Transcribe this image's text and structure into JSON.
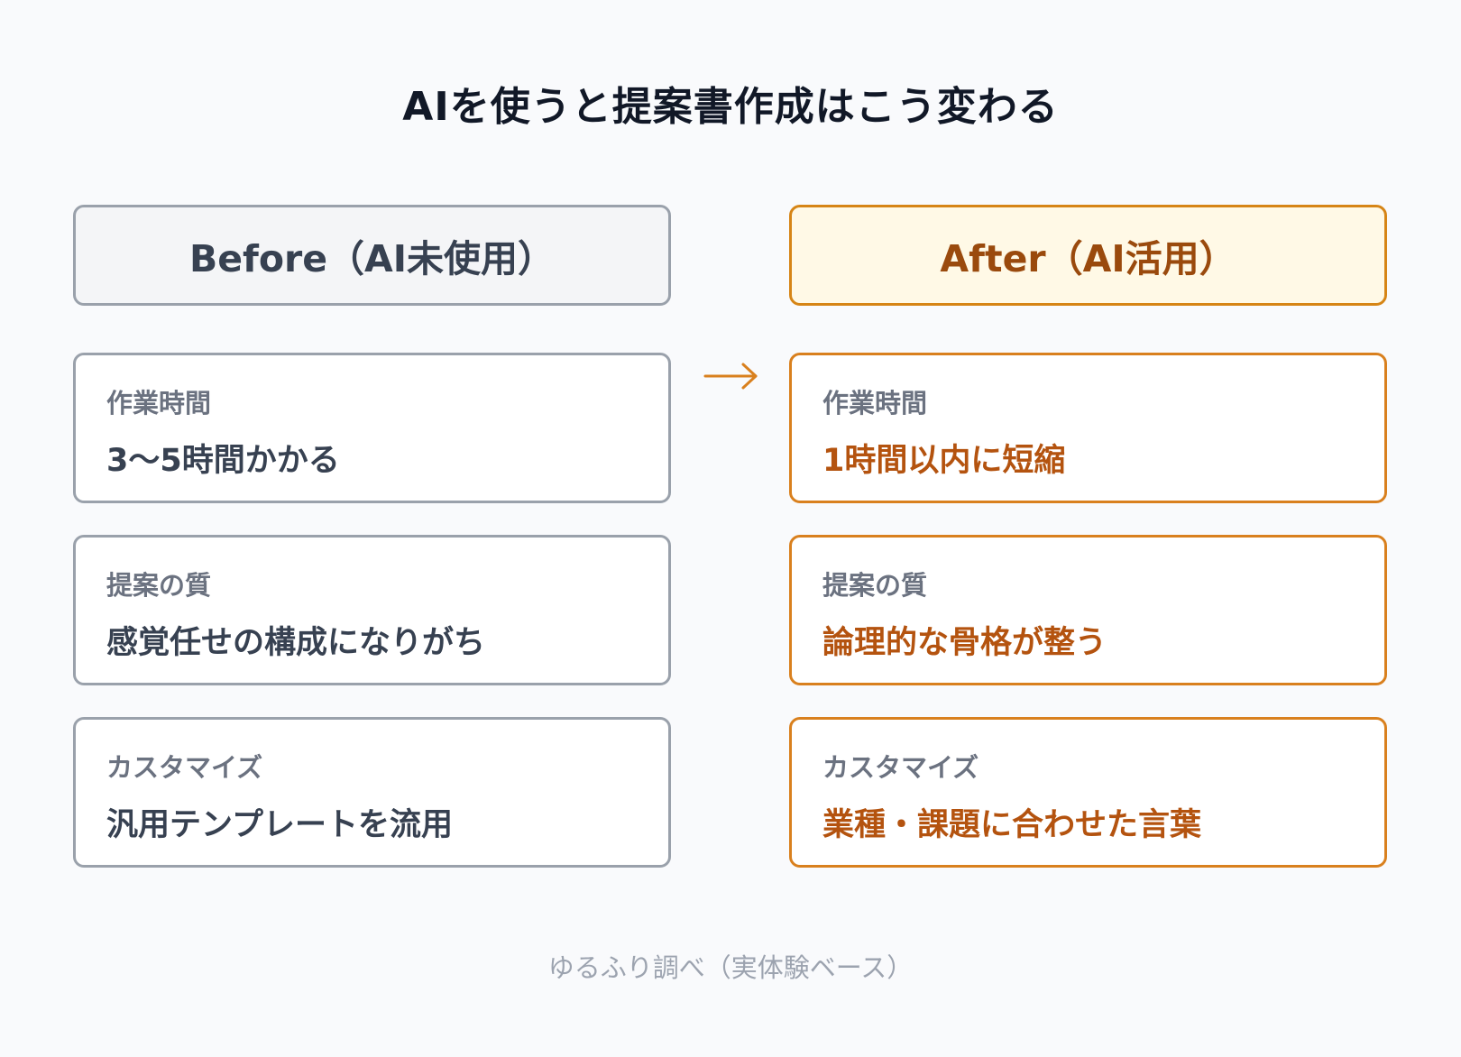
{
  "title": "AIを使うと提案書作成はこう変わる",
  "before": {
    "header": "Before（AI未使用）",
    "cards": [
      {
        "label": "作業時間",
        "value": "3〜5時間かかる"
      },
      {
        "label": "提案の質",
        "value": "感覚任せの構成になりがち"
      },
      {
        "label": "カスタマイズ",
        "value": "汎用テンプレートを流用"
      }
    ]
  },
  "after": {
    "header": "After（AI活用）",
    "cards": [
      {
        "label": "作業時間",
        "value": "1時間以内に短縮"
      },
      {
        "label": "提案の質",
        "value": "論理的な骨格が整う"
      },
      {
        "label": "カスタマイズ",
        "value": "業種・課題に合わせた言葉"
      }
    ]
  },
  "footer": "ゆるふり調べ（実体験ベース）",
  "colors": {
    "before_border": "#9aa1ab",
    "after_border": "#d9801e",
    "after_text": "#b4530f",
    "arrow": "#d9801e"
  },
  "icons": {
    "arrow": "arrow-right-icon"
  }
}
